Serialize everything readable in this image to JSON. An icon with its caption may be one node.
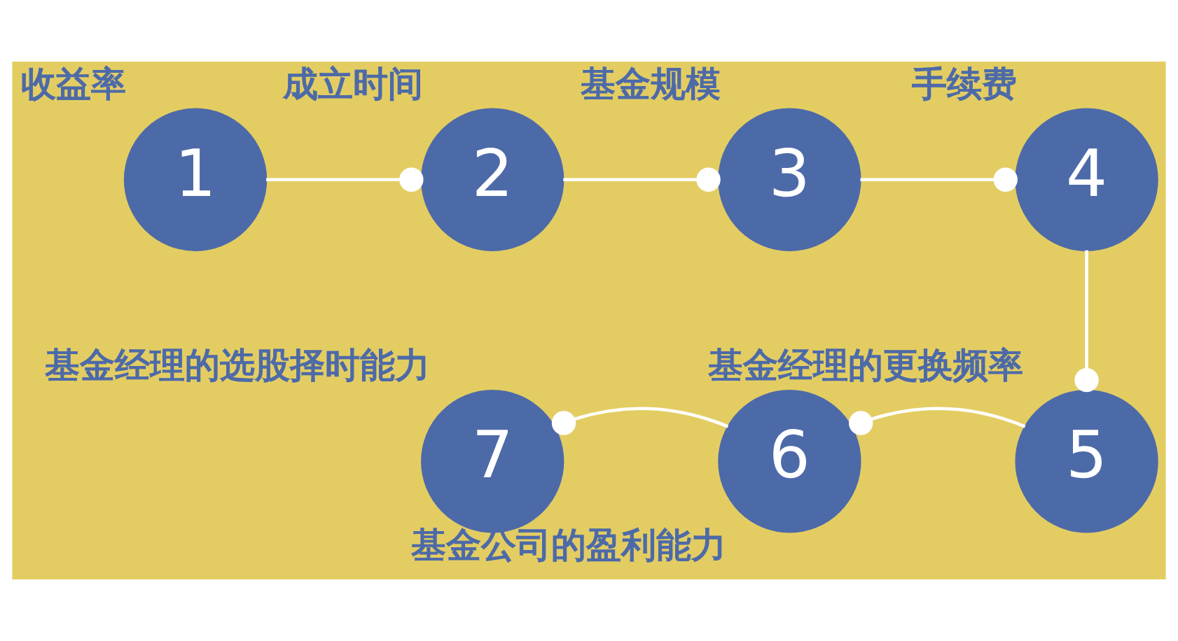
{
  "diagram": {
    "nodes": [
      {
        "text": [
          "1"
        ],
        "beside": [
          "收益率"
        ]
      },
      {
        "text": [
          "2"
        ],
        "beside": [
          "成立时间"
        ]
      },
      {
        "text": [
          "3"
        ],
        "beside": [
          "基金规模"
        ]
      },
      {
        "text": [
          "4"
        ],
        "beside": [
          "手续费"
        ]
      },
      {
        "text": [
          "5"
        ],
        "beside": [
          "基金经理的更换频率"
        ]
      },
      {
        "text": [
          "6"
        ],
        "beside": [
          "基金公司的盈利能力"
        ]
      },
      {
        "text": [
          "7"
        ],
        "beside": [
          "基金经理的选股择时能力"
        ]
      }
    ],
    "edges": [
      {
        "from": 0,
        "to": 1,
        "arrow": "other"
      },
      {
        "from": 1,
        "to": 2,
        "arrow": "other"
      },
      {
        "from": 2,
        "to": 3,
        "arrow": "other"
      },
      {
        "from": 3,
        "to": 4,
        "arrow": "other"
      },
      {
        "from": 4,
        "to": 5,
        "arrow": "other"
      },
      {
        "from": 5,
        "to": 6,
        "arrow": "other"
      }
    ]
  }
}
